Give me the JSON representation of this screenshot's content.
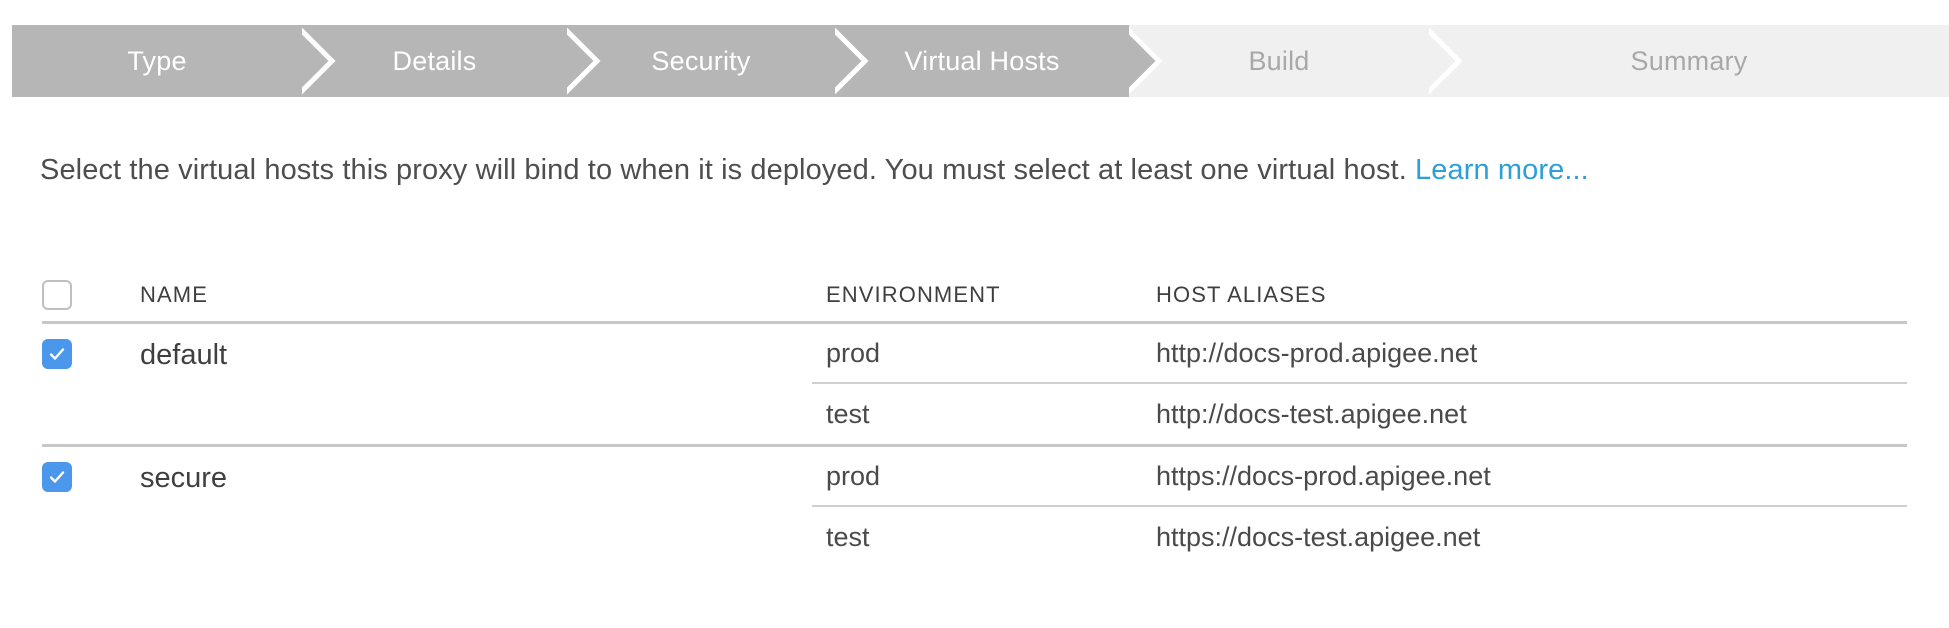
{
  "wizard": {
    "steps": [
      {
        "label": "Type",
        "state": "done"
      },
      {
        "label": "Details",
        "state": "done"
      },
      {
        "label": "Security",
        "state": "done"
      },
      {
        "label": "Virtual Hosts",
        "state": "done"
      },
      {
        "label": "Build",
        "state": "todo"
      },
      {
        "label": "Summary",
        "state": "todo"
      }
    ],
    "done_color": "#b6b6b6",
    "todo_color": "#f0f0f0",
    "done_text_color": "#ffffff",
    "todo_text_color": "#a8a8a8"
  },
  "description": {
    "text": "Select the virtual hosts this proxy will bind to when it is deployed. You must select at least one virtual host.",
    "link_label": "Learn more...",
    "link_color": "#2e9fd6"
  },
  "table": {
    "select_all_checked": false,
    "headers": {
      "name": "NAME",
      "environment": "ENVIRONMENT",
      "host_aliases": "HOST ALIASES"
    },
    "accent_color": "#4a97ec",
    "rows": [
      {
        "name": "default",
        "checked": true,
        "environments": [
          {
            "environment": "prod",
            "host_alias": "http://docs-prod.apigee.net"
          },
          {
            "environment": "test",
            "host_alias": "http://docs-test.apigee.net"
          }
        ]
      },
      {
        "name": "secure",
        "checked": true,
        "environments": [
          {
            "environment": "prod",
            "host_alias": "https://docs-prod.apigee.net"
          },
          {
            "environment": "test",
            "host_alias": "https://docs-test.apigee.net"
          }
        ]
      }
    ]
  }
}
